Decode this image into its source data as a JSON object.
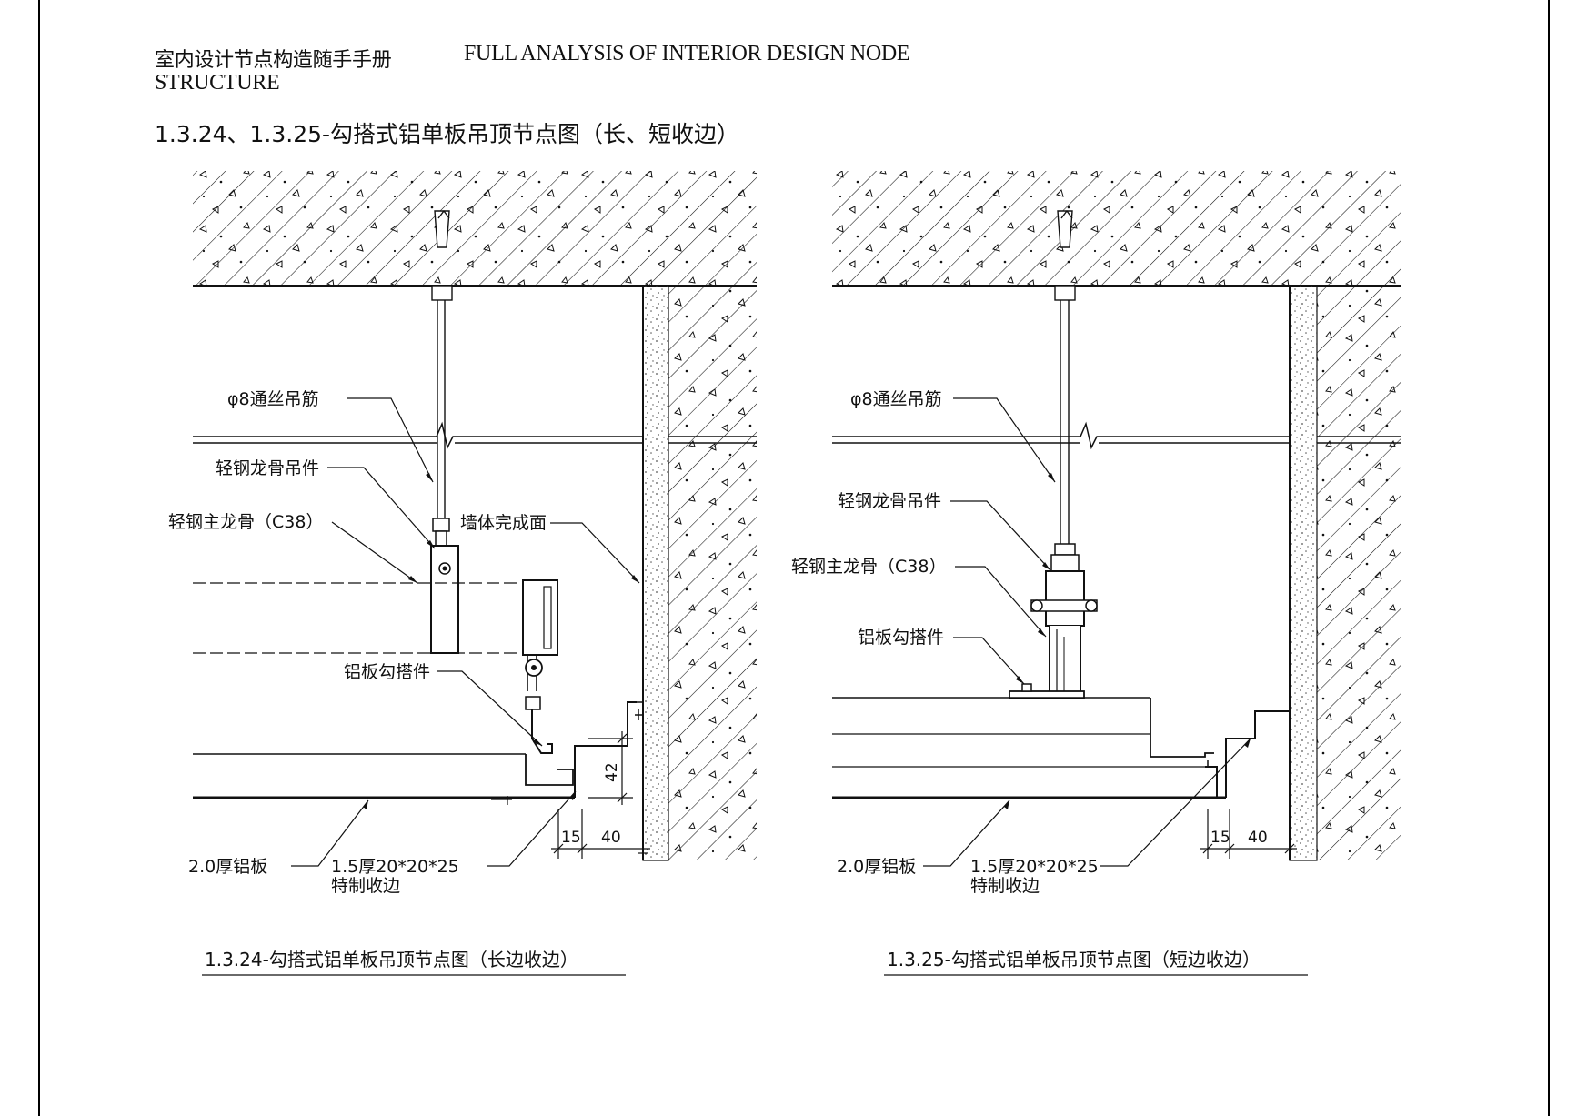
{
  "header": {
    "book_cn": "室内设计节点构造随手手册",
    "book_en_line1": "FULL ANALYSIS OF INTERIOR DESIGN NODE",
    "book_en_line2": "STRUCTURE",
    "title": "1.3.24、1.3.25-勾搭式铝单板吊顶节点图（长、短收边）"
  },
  "left_detail": {
    "labels": {
      "rod": "φ8通丝吊筋",
      "hanger": "轻钢龙骨吊件",
      "main_keel": "轻钢主龙骨（C38）",
      "wall_finish": "墙体完成面",
      "hook_clip": "铝板勾搭件",
      "panel": "2.0厚铝板",
      "trim_line1": "1.5厚20*20*25",
      "trim_line2": "特制收边"
    },
    "dims": {
      "d15": "15",
      "d40": "40",
      "d42": "42"
    },
    "caption": "1.3.24-勾搭式铝单板吊顶节点图（长边收边）"
  },
  "right_detail": {
    "labels": {
      "rod": "φ8通丝吊筋",
      "hanger": "轻钢龙骨吊件",
      "main_keel": "轻钢主龙骨（C38）",
      "hook_clip": "铝板勾搭件",
      "panel": "2.0厚铝板",
      "trim_line1": "1.5厚20*20*25",
      "trim_line2": "特制收边"
    },
    "dims": {
      "d15": "15",
      "d40": "40"
    },
    "caption": "1.3.25-勾搭式铝单板吊顶节点图（短边收边）"
  },
  "colors": {
    "ink": "#111111",
    "speckle": "#555555",
    "paper": "#ffffff"
  }
}
